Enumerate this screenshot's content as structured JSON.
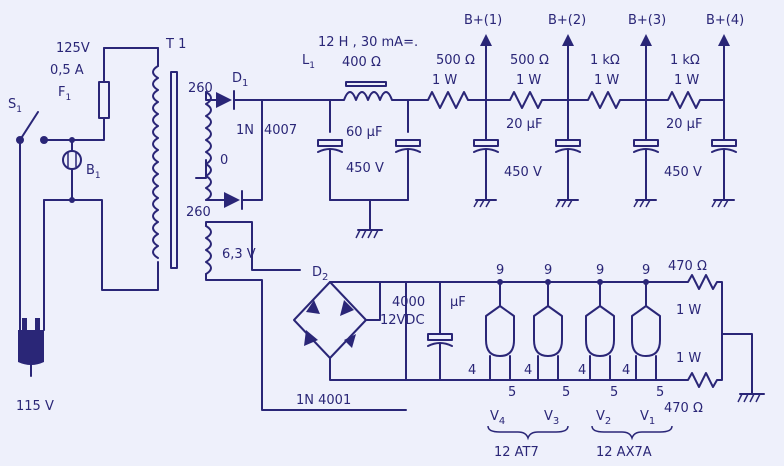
{
  "supply": {
    "mains_voltage": "115 V",
    "switch": "S",
    "switch_sub": "1",
    "lamp": "B",
    "lamp_sub": "1",
    "fuse": "F",
    "fuse_sub": "1",
    "fuse_voltage": "125V",
    "fuse_current": "0,5 A"
  },
  "transformer": {
    "name": "T 1",
    "hv_top": "260",
    "center_tap": "0",
    "hv_bottom": "260",
    "heater": "6,3 V"
  },
  "rectifier_hv": {
    "name": "D",
    "sub": "1",
    "part_a": "1N",
    "part_b": "4007"
  },
  "filter": {
    "choke_name": "L",
    "choke_sub": "1",
    "choke_spec": "12 H , 30 mA=.",
    "choke_res": "400 Ω",
    "cap1_value": "60 μF",
    "cap1_voltage": "450 V",
    "r1_value": "500 Ω",
    "r1_power": "1 W",
    "r2_value": "500 Ω",
    "r2_power": "1 W",
    "cap2_value": "20 μF",
    "cap2_voltage": "450 V",
    "r3_value": "1 kΩ",
    "r3_power": "1 W",
    "r4_value": "1 kΩ",
    "r4_power": "1 W",
    "cap3_value": "20 μF",
    "cap3_voltage": "450 V"
  },
  "outputs": [
    "B+(1)",
    "B+(2)",
    "B+(3)",
    "B+(4)"
  ],
  "heater_circuit": {
    "bridge_name": "D",
    "bridge_sub": "2",
    "bridge_part": "1N 4001",
    "cap_value": "4000",
    "cap_unit": "μF",
    "cap_voltage": "12VDC",
    "r_top_value": "470 Ω",
    "r_top_power": "1 W",
    "r_bot_power": "1 W",
    "r_bot_value": "470 Ω",
    "pin_top": "9",
    "pin_left": "4",
    "pin_right": "5"
  },
  "tubes": {
    "v4": "V",
    "v4_sub": "4",
    "v3": "V",
    "v3_sub": "3",
    "v2": "V",
    "v2_sub": "2",
    "v1": "V",
    "v1_sub": "1",
    "group_a_type": "12 AT7",
    "group_b_type": "12 AX7A"
  }
}
